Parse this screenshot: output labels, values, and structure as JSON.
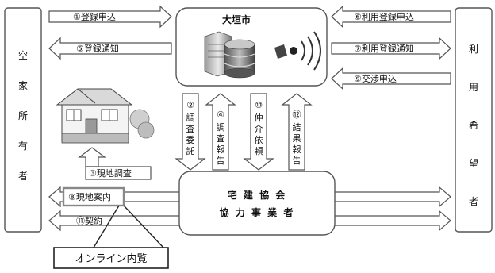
{
  "owner": {
    "label_chars": [
      "空",
      "家",
      "所",
      "有",
      "者"
    ]
  },
  "user": {
    "label_chars": [
      "利",
      "用",
      "希",
      "望",
      "者"
    ]
  },
  "city": {
    "title": "大垣市"
  },
  "broker": {
    "line1": "宅 建 協 会",
    "line2": "協 力 事 業 者"
  },
  "online_viewing": {
    "label": "オンライン内覧"
  },
  "arrows": {
    "a1": "①登録申込",
    "a5": "⑤登録通知",
    "a6": "⑥利用登録申込",
    "a7": "⑦利用登録通知",
    "a9": "⑨交渉申込",
    "a3": "③現地調査",
    "a8": "⑧現地案内",
    "a11": "⑪契約"
  },
  "vertical": {
    "v2": {
      "num": "②",
      "chars": [
        "調",
        "査",
        "委",
        "託"
      ]
    },
    "v4": {
      "num": "④",
      "chars": [
        "調",
        "査",
        "報",
        "告"
      ]
    },
    "v10": {
      "num": "⑩",
      "chars": [
        "仲",
        "介",
        "依",
        "頼"
      ]
    },
    "v12": {
      "num": "⑫",
      "chars": [
        "結",
        "果",
        "報",
        "告"
      ]
    }
  }
}
